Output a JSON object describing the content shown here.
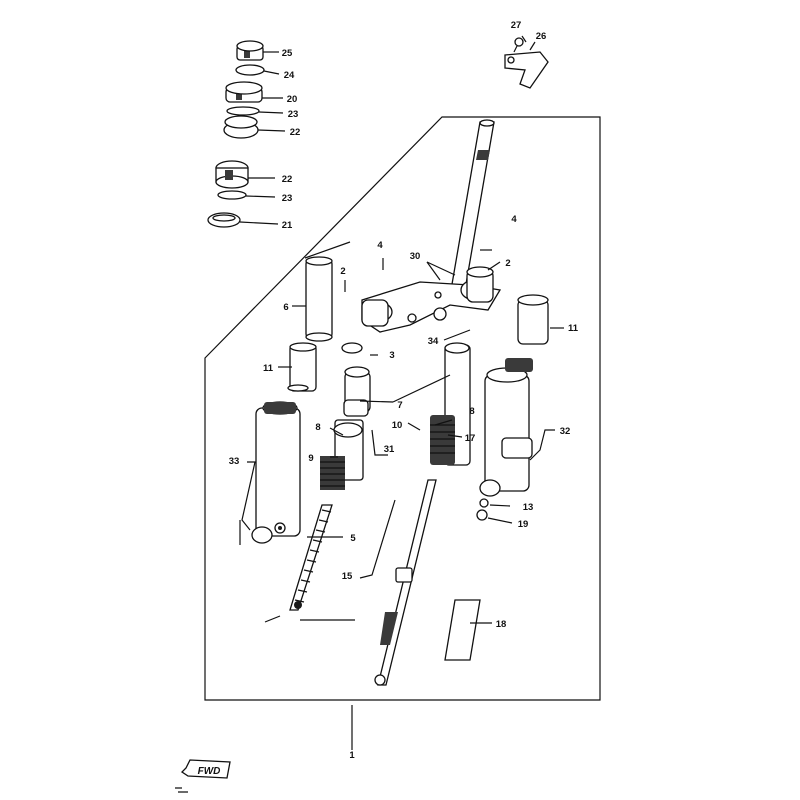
{
  "callouts": {
    "c1": "1",
    "c2a": "2",
    "c2b": "2",
    "c3": "3",
    "c4a": "4",
    "c4b": "4",
    "c5": "5",
    "c6": "6",
    "c7": "7",
    "c8a": "8",
    "c8b": "8",
    "c9": "9",
    "c10": "10",
    "c11a": "11",
    "c11b": "11",
    "c13": "13",
    "c15": "15",
    "c17": "17",
    "c18": "18",
    "c19": "19",
    "c20": "20",
    "c21": "21",
    "c22a": "22",
    "c22b": "22",
    "c23a": "23",
    "c23b": "23",
    "c24": "24",
    "c25": "25",
    "c26": "26",
    "c27": "27",
    "c30": "30",
    "c31": "31",
    "c32": "32",
    "c33": "33",
    "c34": "34"
  },
  "direction_marker": "FWD"
}
